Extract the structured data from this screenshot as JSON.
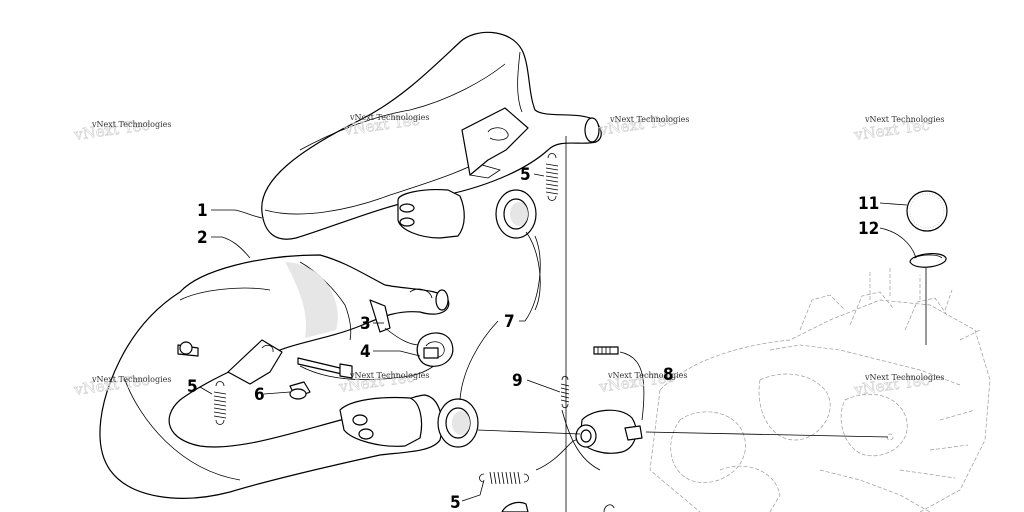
{
  "watermark": {
    "text": "vNext Technologies"
  },
  "callouts": [
    {
      "id": "c1",
      "label": "1"
    },
    {
      "id": "c2",
      "label": "2"
    },
    {
      "id": "c3",
      "label": "3"
    },
    {
      "id": "c4",
      "label": "4"
    },
    {
      "id": "c5a",
      "label": "5"
    },
    {
      "id": "c5b",
      "label": "5"
    },
    {
      "id": "c5c",
      "label": "5"
    },
    {
      "id": "c6",
      "label": "6"
    },
    {
      "id": "c7",
      "label": "7"
    },
    {
      "id": "c8",
      "label": "8"
    },
    {
      "id": "c9",
      "label": "9"
    },
    {
      "id": "c11",
      "label": "11"
    },
    {
      "id": "c12",
      "label": "12"
    }
  ]
}
